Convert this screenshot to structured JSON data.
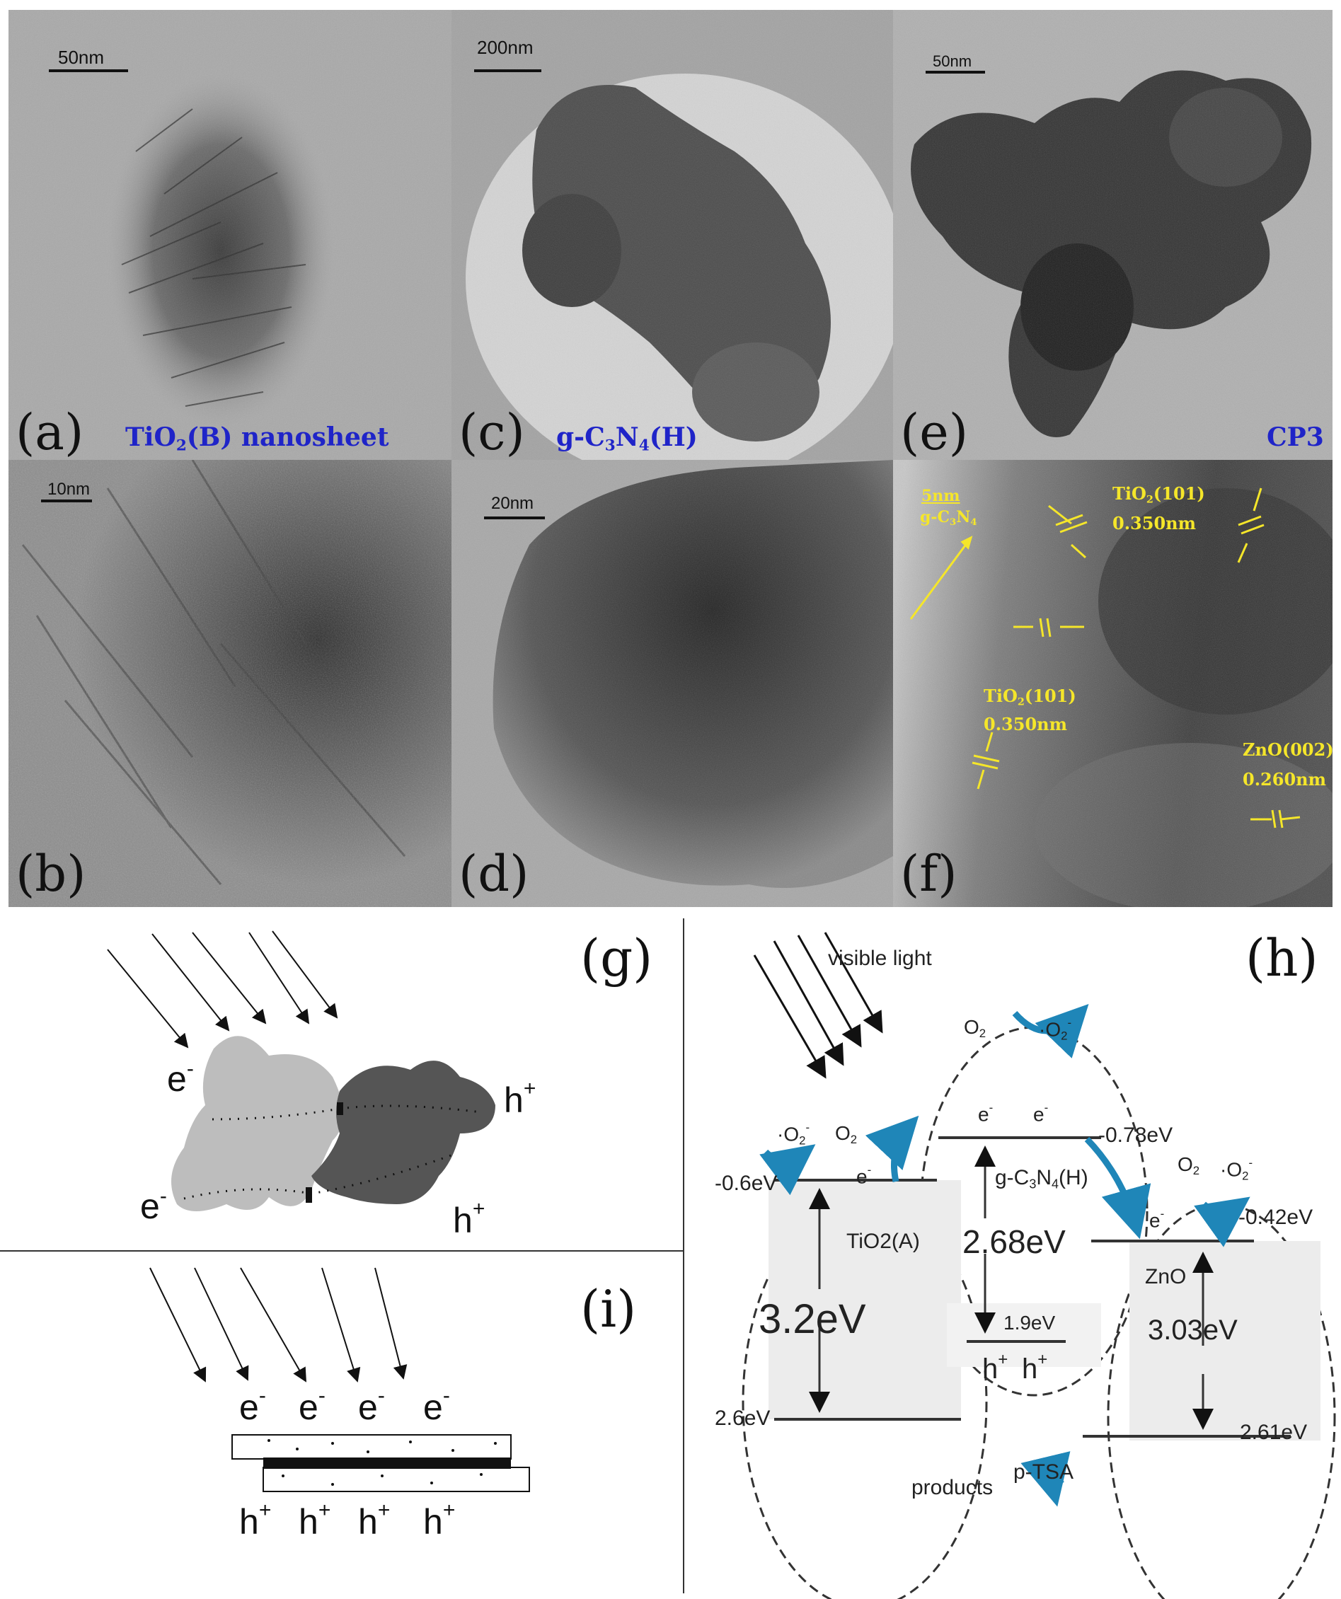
{
  "panels": {
    "a": {
      "letter": "(a)",
      "caption": "TiO2(B) nanosheet",
      "scale": "50nm"
    },
    "b": {
      "letter": "(b)",
      "scale": "10nm"
    },
    "c": {
      "letter": "(c)",
      "caption": "g-C3N4(H)",
      "scale": "200nm"
    },
    "d": {
      "letter": "(d)",
      "scale": "20nm"
    },
    "e": {
      "letter": "(e)",
      "caption": "CP3",
      "scale": "50nm"
    },
    "f": {
      "letter": "(f)",
      "scale": "5nm",
      "labels": {
        "gcn": "g-C3N4",
        "tio2_top": "TiO2(101)",
        "tio2_top_d": "0.350nm",
        "tio2_mid": "TiO2(101)",
        "tio2_mid_d": "0.350nm",
        "zno": "ZnO(002)",
        "zno_d": "0.260nm"
      }
    },
    "g": {
      "letter": "(g)",
      "e": "e",
      "h": "h"
    },
    "i": {
      "letter": "(i)",
      "e": "e",
      "h": "h"
    },
    "h": {
      "letter": "(h)",
      "visible_light": "visible light",
      "o2": "O2",
      "o2_rad": "·O2",
      "e": "e",
      "h": "h",
      "tio2": {
        "name": "TiO2(A)",
        "cb": "-0.6eV",
        "vb": "2.6eV",
        "gap": "3.2eV"
      },
      "gcn": {
        "name": "g-C3N4(H)",
        "cb": "-0.78eV",
        "vb": "1.9eV",
        "gap": "2.68eV"
      },
      "zno": {
        "name": "ZnO",
        "cb": "-0.42eV",
        "vb": "2.61eV",
        "gap": "3.03eV"
      },
      "products": "products",
      "ptsa": "p-TSA"
    },
    "colors": {
      "caption_blue": "#1f24c8",
      "annot_yellow": "#f5e62a",
      "arrow_blue": "#1f86b8"
    }
  }
}
